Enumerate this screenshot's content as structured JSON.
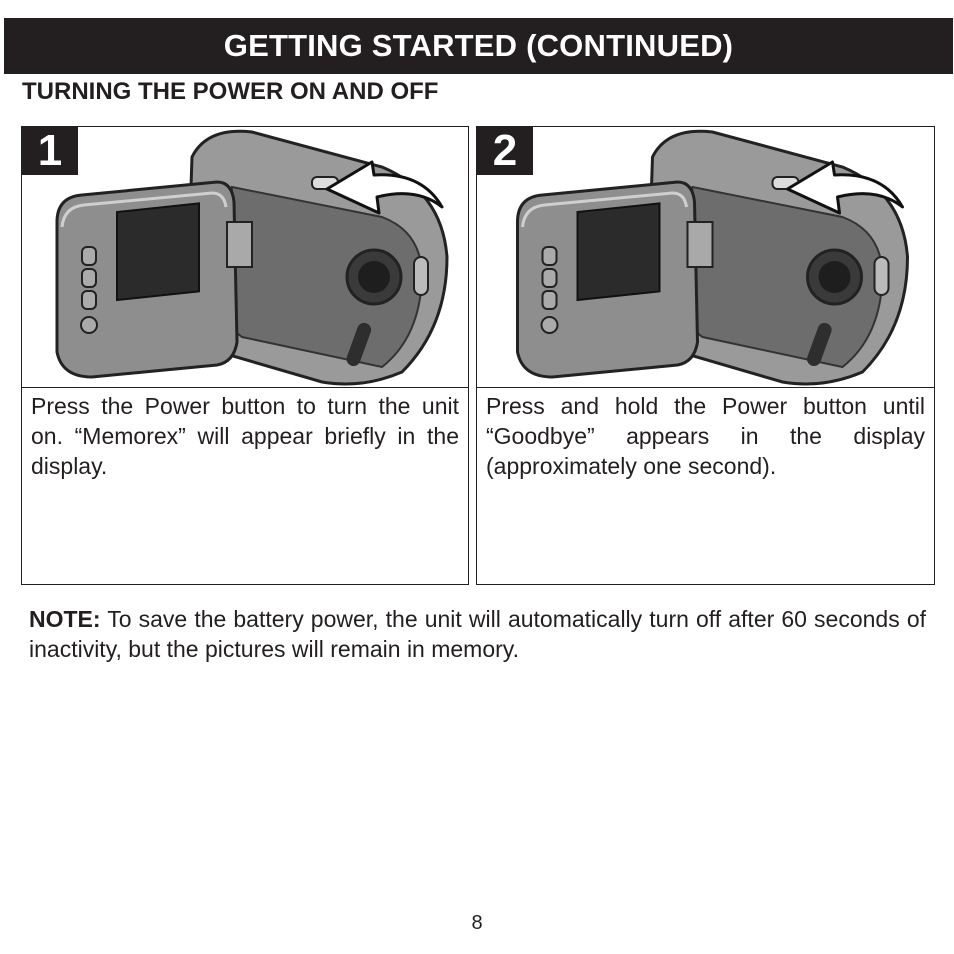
{
  "header": {
    "title": "GETTING STARTED (CONTINUED)"
  },
  "section": {
    "title": "TURNING THE POWER ON AND OFF"
  },
  "steps": [
    {
      "number": "1",
      "text": "Press the Power button to turn the unit on. “Memorex” will appear briefly in the display."
    },
    {
      "number": "2",
      "text": "Press and hold the Power button until “Goodbye” appears in the display (approximately one second)."
    }
  ],
  "note": {
    "label": "NOTE:",
    "text": " To save the battery power, the unit will automatically turn off after 60 seconds of inactivity, but the pictures will remain in memory."
  },
  "page_number": "8",
  "icons": [
    "camcorder-illustration",
    "curved-arrow-icon"
  ],
  "colors": {
    "header_bg": "#231f20",
    "text": "#231f20",
    "body_gray": "#8a8a8a"
  }
}
